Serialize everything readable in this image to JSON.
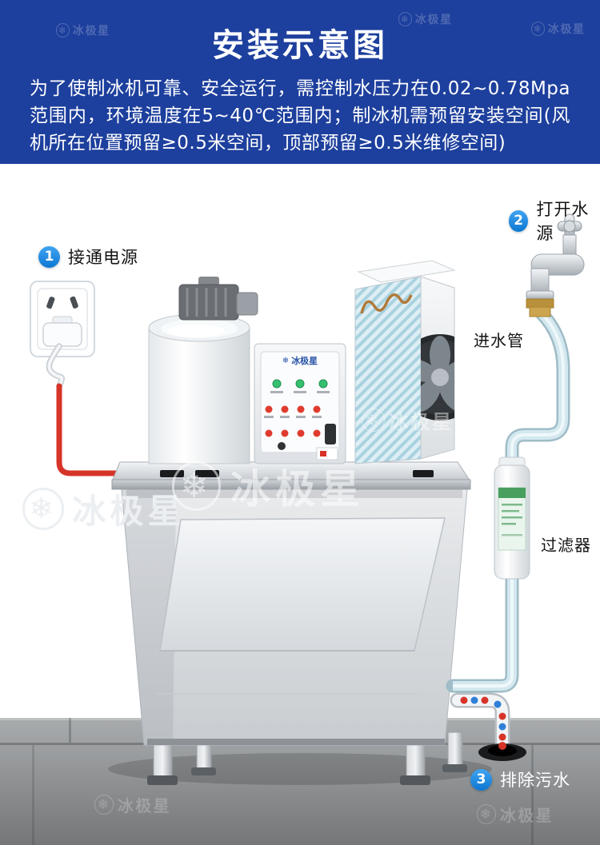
{
  "header": {
    "title": "安装示意图",
    "description": "为了使制冰机可靠、安全运行，需控制水压力在0.02~0.78Mpa范围内，环境温度在5~40℃范围内；制冰机需预留安装空间(风机所在位置预留≥0.5米空间，顶部预留≥0.5米维修空间)"
  },
  "steps": [
    {
      "number": "1",
      "label": "接通电源"
    },
    {
      "number": "2",
      "label": "打开水源"
    },
    {
      "number": "3",
      "label": "排除污水"
    }
  ],
  "labels": {
    "inlet_pipe": "进水管",
    "filter": "过滤器"
  },
  "brand": {
    "name": "冰极星"
  },
  "icons": {
    "snowflake": "❄"
  },
  "colors": {
    "banner_blue": "#1d3f9d",
    "step_blue": "#168ae4",
    "cable_red": "#d63428",
    "pipe_blue": "#d3e8ef",
    "floor_gray": "#8a8d8f"
  }
}
